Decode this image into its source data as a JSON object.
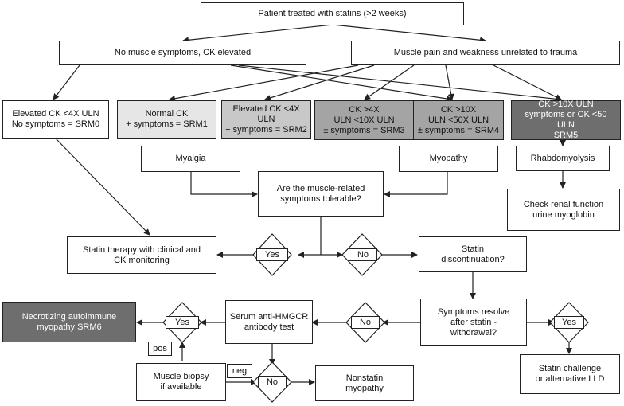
{
  "nodes": {
    "patient": "Patient treated with statins (>2 weeks)",
    "no_symptoms_ck": "No muscle symptoms, CK elevated",
    "muscle_pain": "Muscle pain and weakness unrelated to trauma",
    "srm0": "Elevated CK <4X ULN\nNo symptoms = SRM0",
    "srm1": "Normal CK\n+ symptoms = SRM1",
    "srm2": "Elevated CK <4X ULN\n+ symptoms = SRM2",
    "srm3": "CK >4X\nULN <10X ULN\n± symptoms = SRM3",
    "srm4": "CK >10X\nULN <50X ULN\n± symptoms = SRM4",
    "srm5": "CK >10X ULN\nsymptoms or CK <50 ULN\nSRM5",
    "myalgia": "Myalgia",
    "myopathy": "Myopathy",
    "rhabdo": "Rhabdomyolysis",
    "tolerable": "Are the muscle-related\nsymptoms tolerable?",
    "renal": "Check renal function\nurine myoglobin",
    "statin_therapy": "Statin therapy with clinical and\nCK monitoring",
    "discontinuation": "Statin\ndiscontinuation?",
    "necrotizing": "Necrotizing autoimmune\nmyopathy SRM6",
    "anti_hmgcr": "Serum anti-HMGCR\nantibody test",
    "resolve": "Symptoms resolve\nafter statin -\nwithdrawal?",
    "statin_challenge": "Statin challenge\nor alternative LLD",
    "biopsy": "Muscle biopsy\nif available",
    "nonstatin": "Nonstatin\nmyopathy"
  },
  "decisions": {
    "yes_tolerable": "Yes",
    "no_tolerable": "No",
    "no_resolve": "No",
    "yes_resolve": "Yes",
    "yes_hmgcr": "Yes",
    "no_hmgcr": "No"
  },
  "labels": {
    "pos": "pos",
    "neg": "neg"
  }
}
